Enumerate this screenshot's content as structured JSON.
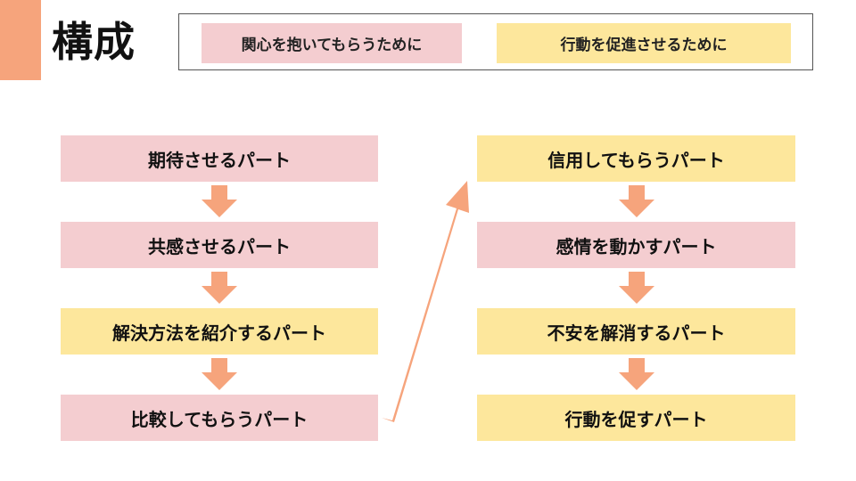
{
  "slide": {
    "title": "構成"
  },
  "legend": {
    "pink_label": "関心を抱いてもらうために",
    "yellow_label": "行動を促進させるために"
  },
  "colors": {
    "accent": "#f6a47c",
    "pink": "#f4cdd0",
    "yellow": "#fde79c",
    "arrow": "#f6a47c"
  },
  "left_column": [
    {
      "label": "期待させるパート",
      "group": "pink"
    },
    {
      "label": "共感させるパート",
      "group": "pink"
    },
    {
      "label": "解決方法を紹介するパート",
      "group": "yellow"
    },
    {
      "label": "比較してもらうパート",
      "group": "pink"
    }
  ],
  "right_column": [
    {
      "label": "信用してもらうパート",
      "group": "yellow"
    },
    {
      "label": "感情を動かすパート",
      "group": "pink"
    },
    {
      "label": "不安を解消するパート",
      "group": "yellow"
    },
    {
      "label": "行動を促すパート",
      "group": "yellow"
    }
  ]
}
